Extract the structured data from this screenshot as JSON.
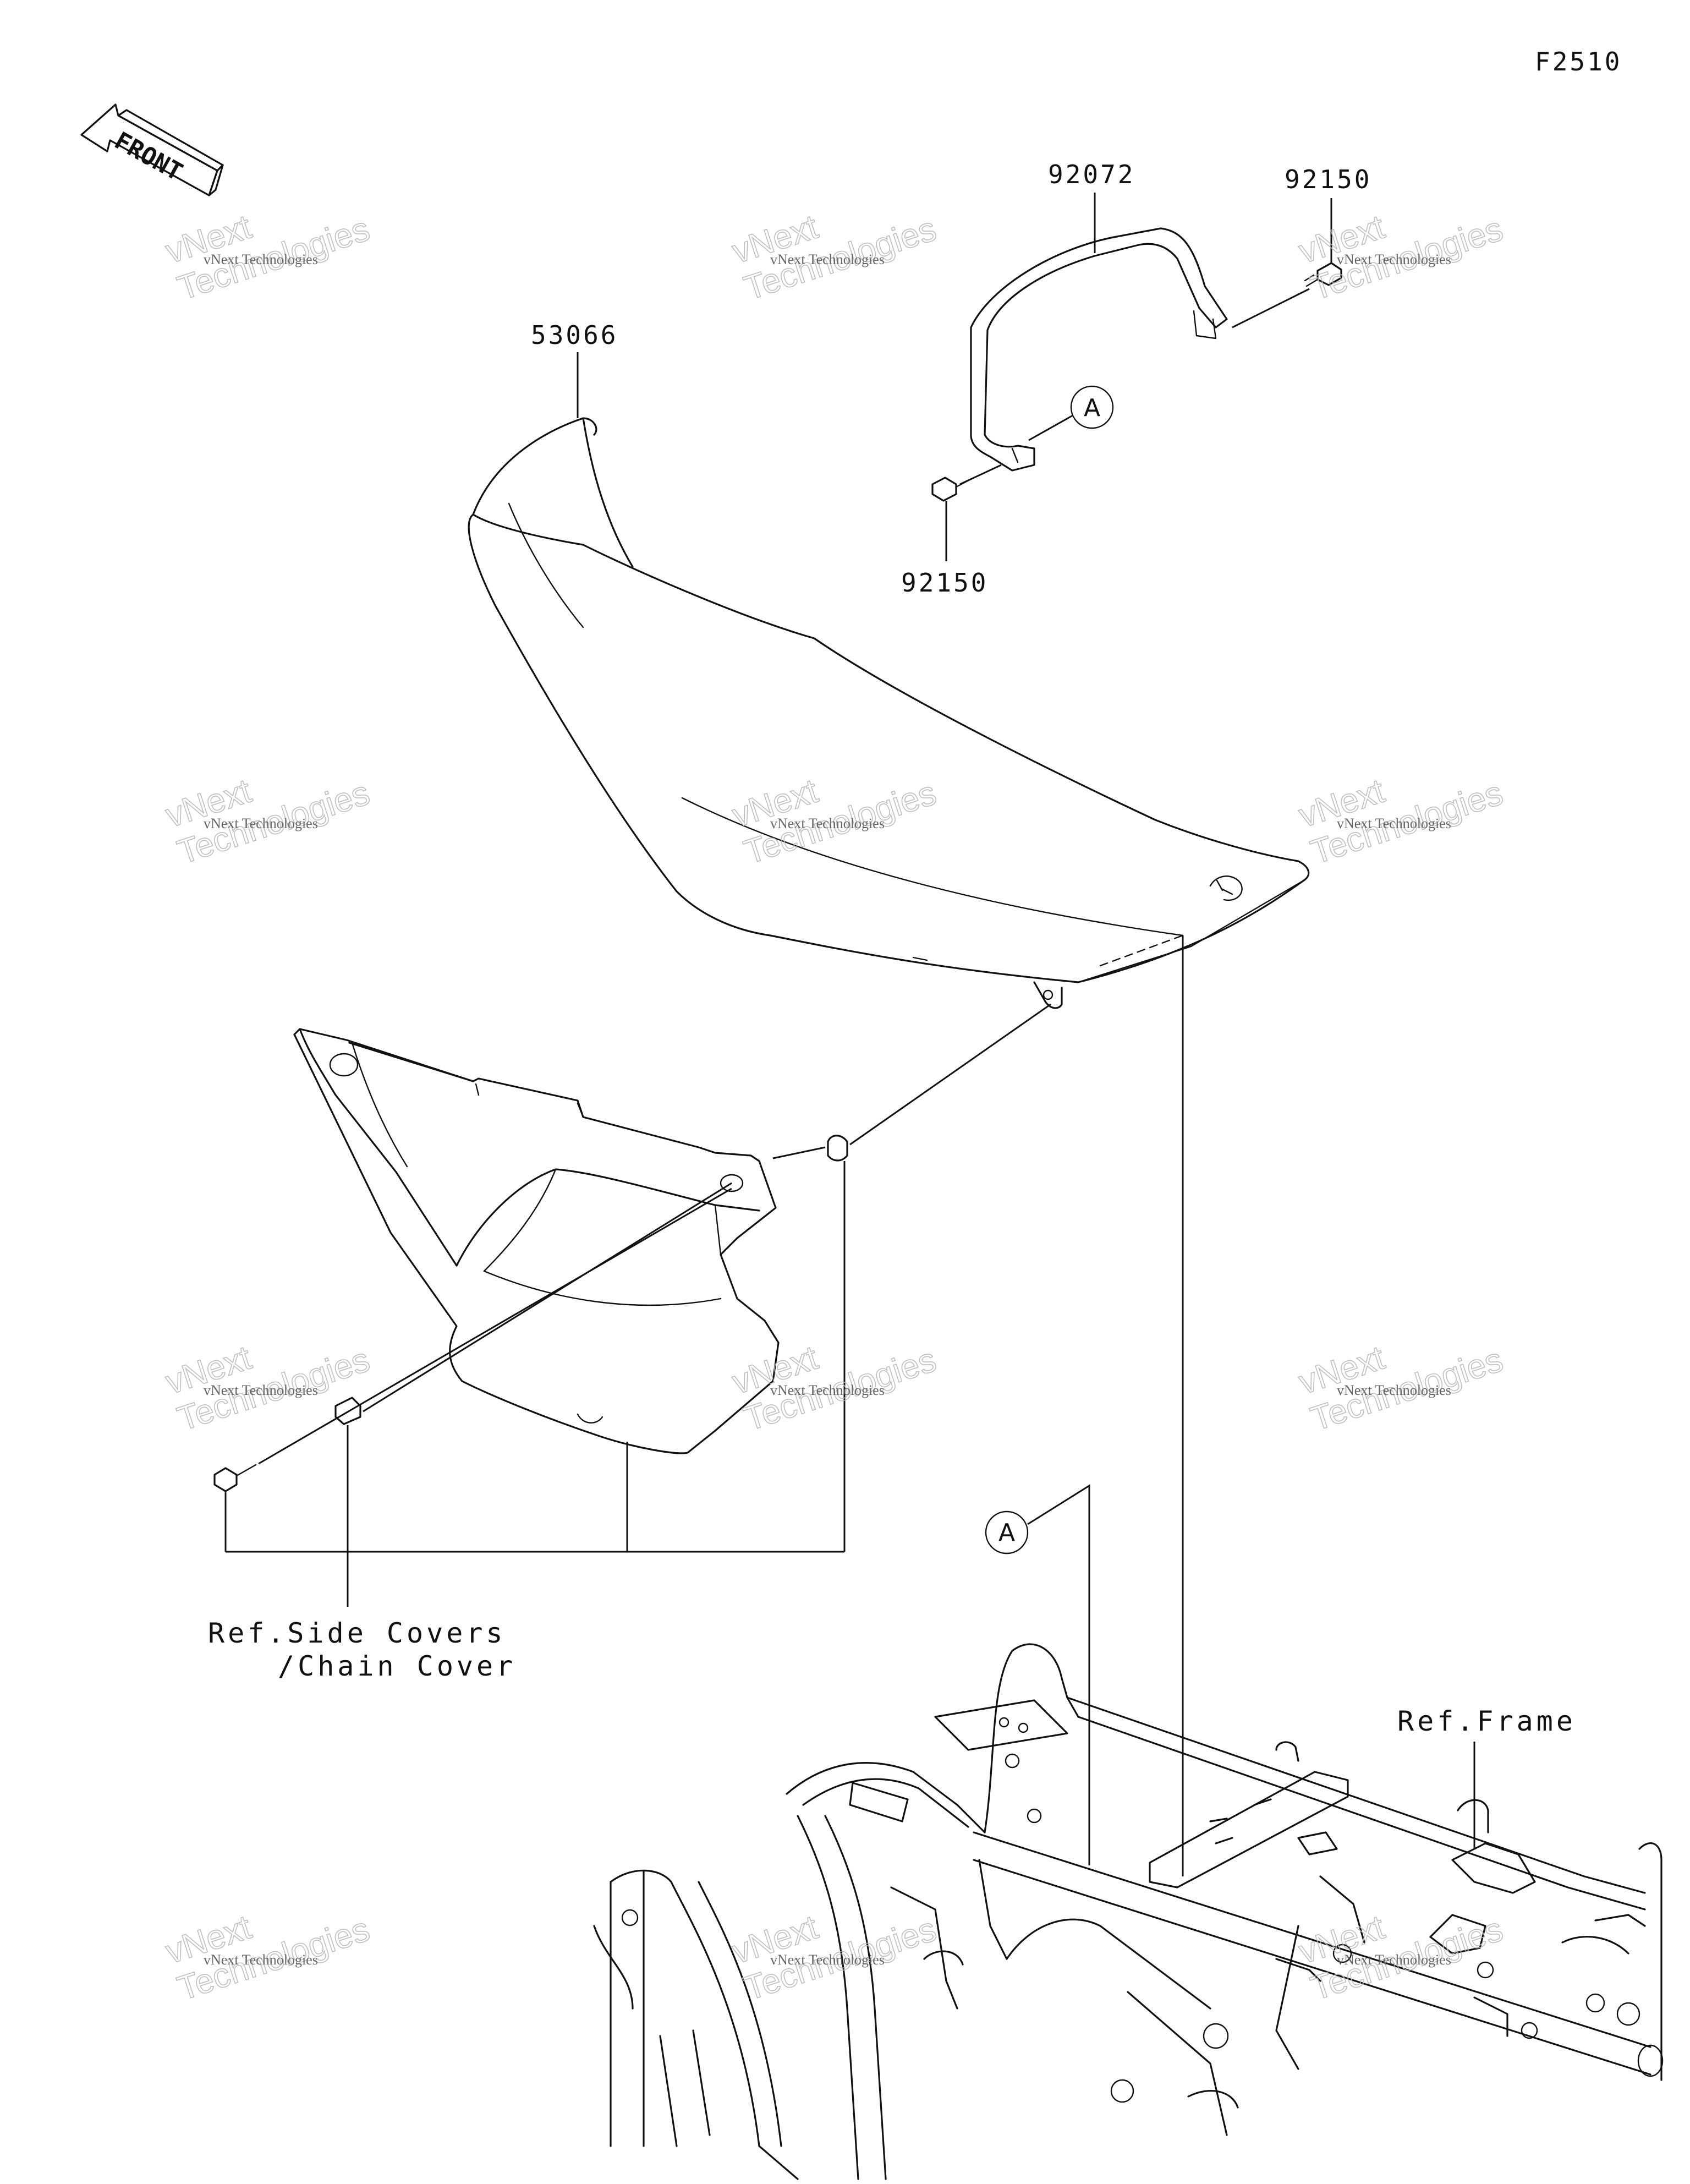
{
  "figure_code": "F2510",
  "front_arrow_label": "FRONT",
  "parts": {
    "seat": "53066",
    "strap": "92072",
    "bolt_upper_right": "92150",
    "bolt_lower": "92150"
  },
  "callouts": {
    "upper": "A",
    "lower": "A"
  },
  "references": {
    "side_covers_line1": "Ref.Side Covers",
    "side_covers_line2": "/Chain Cover",
    "frame": "Ref.Frame"
  },
  "watermark": {
    "small_text": "vNext Technologies",
    "big_line1": "vNext",
    "big_line2": "Technologies"
  }
}
